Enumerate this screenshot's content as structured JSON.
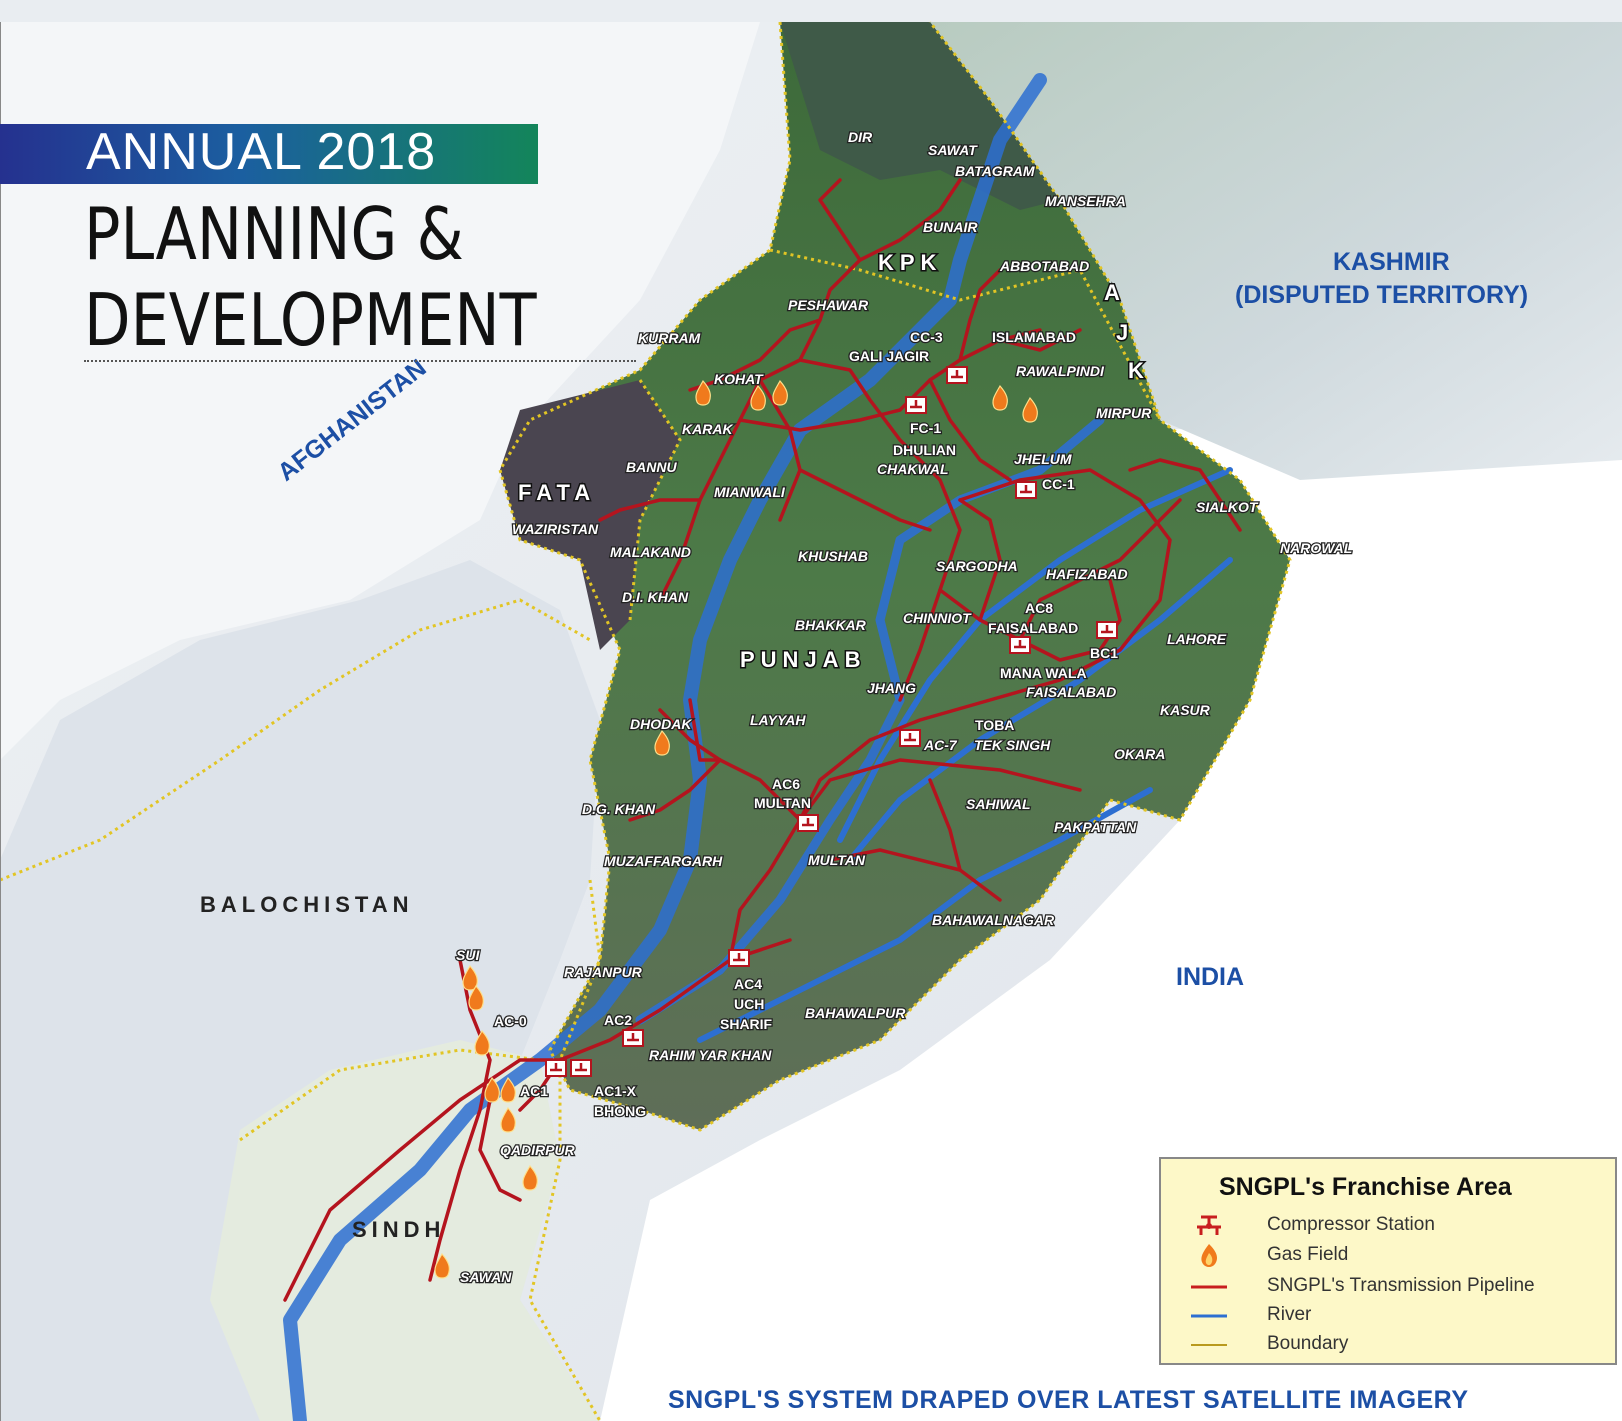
{
  "header": {
    "banner": "ANNUAL 2018",
    "title_line1": "PLANNING &",
    "title_line2": "DEVELOPMENT"
  },
  "map": {
    "countries": [
      "AFGHANISTAN",
      "INDIA"
    ],
    "kashmir_line1": "KASHMIR",
    "kashmir_line2": "(DISPUTED TERRITORY)",
    "regions": [
      "KPK",
      "FATA",
      "PUNJAB",
      "BALOCHISTAN",
      "SINDH",
      "A",
      "J",
      "K"
    ],
    "places": [
      "DIR",
      "SAWAT",
      "BATAGRAM",
      "MANSEHRA",
      "BUNAIR",
      "ABBOTABAD",
      "PESHAWAR",
      "KURRAM",
      "CC-3",
      "GALI JAGIR",
      "ISLAMABAD",
      "RAWALPINDI",
      "KOHAT",
      "MIRPUR",
      "KARAK",
      "FC-1",
      "DHULIAN",
      "CHAKWAL",
      "JHELUM",
      "CC-1",
      "BANNU",
      "MIANWALI",
      "SIALKOT",
      "WAZIRISTAN",
      "NAROWAL",
      "MALAKAND",
      "KHUSHAB",
      "SARGODHA",
      "HAFIZABAD",
      "D.I. KHAN",
      "AC8",
      "BHAKKAR",
      "CHINNIOT",
      "FAISALABAD",
      "BC1",
      "LAHORE",
      "MANA WALA",
      "FAISALABAD",
      "JHANG",
      "KASUR",
      "DHODAK",
      "LAYYAH",
      "TOBA",
      "AC-7",
      "TEK SINGH",
      "OKARA",
      "AC6",
      "MULTAN",
      "D.G. KHAN",
      "SAHIWAL",
      "PAKPATTAN",
      "MUZAFFARGARH",
      "MULTAN",
      "BAHAWALNAGAR",
      "SUI",
      "RAJANPUR",
      "AC4",
      "UCH",
      "SHARIF",
      "AC-0",
      "AC2",
      "BAHAWALPUR",
      "RAHIM YAR KHAN",
      "AC1",
      "AC1-X",
      "BHONG",
      "QADIRPUR",
      "SAWAN"
    ]
  },
  "legend": {
    "title": "SNGPL's Franchise Area",
    "items": [
      {
        "label": "Compressor Station",
        "icon": "compressor-station-icon"
      },
      {
        "label": "Gas Field",
        "icon": "gas-field-icon"
      },
      {
        "label": "SNGPL's Transmission Pipeline",
        "icon": "pipeline-line",
        "color": "#c81e1e"
      },
      {
        "label": "River",
        "icon": "river-line",
        "color": "#2d6fd1"
      },
      {
        "label": "Boundary",
        "icon": "boundary-line",
        "color": "#b99a1e"
      }
    ]
  },
  "caption": "SNGPL'S SYSTEM DRAPED OVER LATEST SATELLITE IMAGERY",
  "colors": {
    "pipeline": "#b4141e",
    "river": "#2d6fd1",
    "boundary": "#e2c524",
    "country_label": "#1c4fa5",
    "franchise_fill": "#4c7044"
  }
}
